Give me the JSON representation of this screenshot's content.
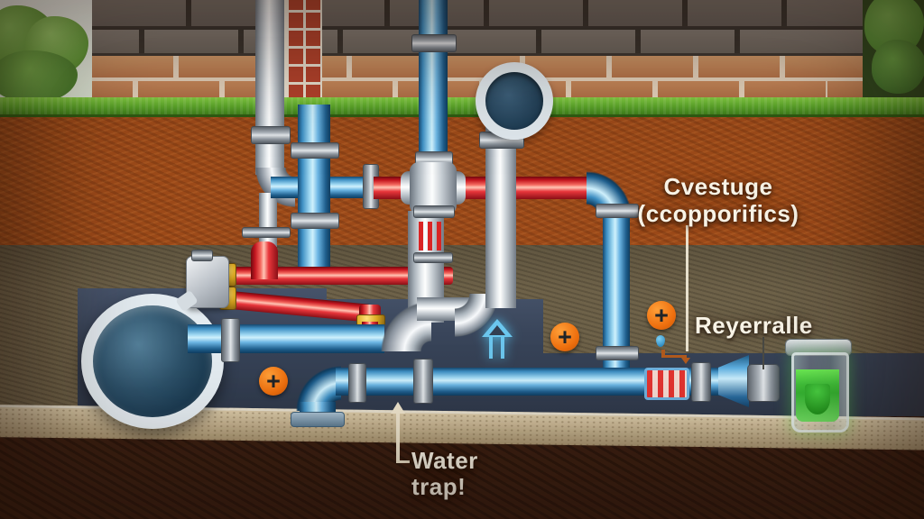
{
  "scene": {
    "name": "underground-plumbing-diagram",
    "description": "Cutaway illustration of water supply and drain pipes beneath a brick wall"
  },
  "labels": {
    "overflow": {
      "line1": "Cvestuge",
      "line2": "(ccopporifics)"
    },
    "valve": {
      "text": "Reyerralle"
    },
    "trap": {
      "line1": "Water",
      "line2": "trap!"
    }
  },
  "markers": {
    "plus_symbol": "+",
    "count": 3
  },
  "colors": {
    "pipe_blue": "#5fb0e0",
    "pipe_red": "#e02430",
    "pipe_white": "#d7dde2",
    "badge_orange": "#ee6f0e",
    "liquid_green": "#4fd43c",
    "topsoil_brown": "#9a4517",
    "trench_navy": "#39455a",
    "grass_green": "#5da32f",
    "brick_orange": "#c4875b",
    "brick_grey": "#6e6660"
  }
}
